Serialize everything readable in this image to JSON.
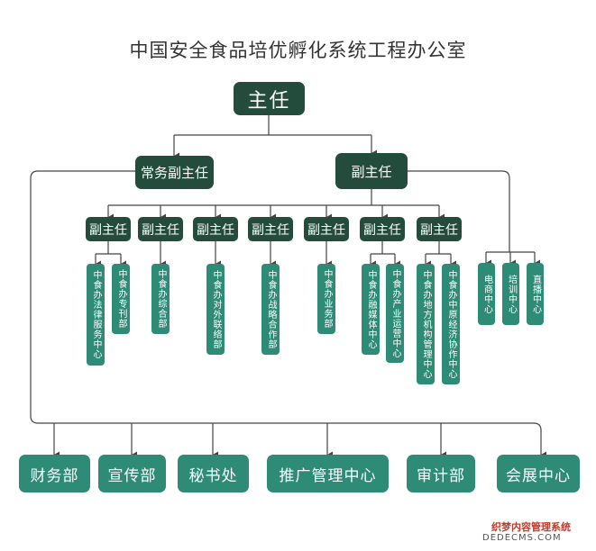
{
  "title": "中国安全食品培优孵化系统工程办公室",
  "top": {
    "director": "主任"
  },
  "second": {
    "exec_deputy": "常务副主任",
    "deputy": "副主任"
  },
  "deputies": [
    "副主任",
    "副主任",
    "副主任",
    "副主任",
    "副主任",
    "副主任",
    "副主任"
  ],
  "departments": {
    "legal": "中食办法律服务中心",
    "special": "中食办专刊部",
    "general": "中食办综合部",
    "external": "中食办对外联络部",
    "strategy": "中食办战略合作部",
    "business": "中食办业务部",
    "media": "中食办融媒体中心",
    "industry": "中食办产业运营中心",
    "local": "中食办地方机构管理中心",
    "origin": "中食办中原经济协作中心"
  },
  "centers": {
    "ecommerce": "电商中心",
    "training": "培训中心",
    "live": "直播中心"
  },
  "bottom": {
    "finance": "财务部",
    "publicity": "宣传部",
    "secretariat": "秘书处",
    "promotion": "推广管理中心",
    "audit": "审计部",
    "exhibition": "会展中心"
  },
  "watermark": {
    "line1": "织梦内容管理系统",
    "line2": "DEDECMS.COM"
  },
  "colors": {
    "dark": "#244c3c",
    "teal": "#2e8b76",
    "line": "#444444"
  }
}
